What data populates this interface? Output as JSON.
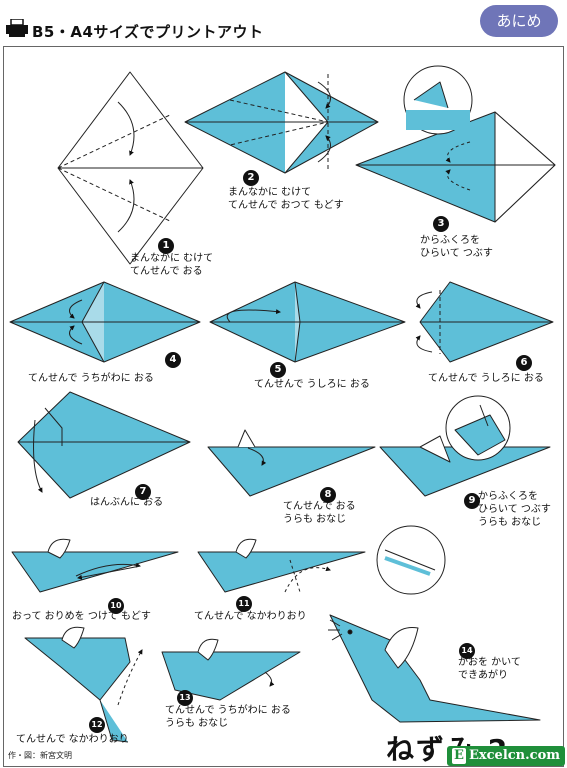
{
  "header": {
    "title": "B5・A4サイズでプリントアウト",
    "badge": "あにめ"
  },
  "colors": {
    "paper": "#5ebfd8",
    "paper_light": "#a9dbe9",
    "line": "#222222",
    "badge": "#6f75b8"
  },
  "steps": [
    {
      "number": "1",
      "caption_lines": [
        "まんなかに むけて",
        "てんせんで おる"
      ]
    },
    {
      "number": "2",
      "caption_lines": [
        "まんなかに むけて",
        "てんせんで おつて もどす"
      ]
    },
    {
      "number": "3",
      "caption_lines": [
        "からふくろを",
        "ひらいて つぶす"
      ]
    },
    {
      "number": "4",
      "caption_lines": [
        "てんせんで うちがわに おる"
      ]
    },
    {
      "number": "5",
      "caption_lines": [
        "てんせんで うしろに おる"
      ]
    },
    {
      "number": "6",
      "caption_lines": [
        "てんせんで うしろに おる"
      ]
    },
    {
      "number": "7",
      "caption_lines": [
        "はんぶんに おる"
      ]
    },
    {
      "number": "8",
      "caption_lines": [
        "てんせんで おる",
        "うらも おなじ"
      ]
    },
    {
      "number": "9",
      "caption_lines": [
        "からふくろを",
        "ひらいて つぶす",
        "うらも おなじ"
      ]
    },
    {
      "number": "10",
      "caption_lines": [
        "おって おりめを つけて もどす"
      ]
    },
    {
      "number": "11",
      "caption_lines": [
        "てんせんで なかわりおり"
      ]
    },
    {
      "number": "12",
      "caption_lines": [
        "てんせんで なかわりおり"
      ]
    },
    {
      "number": "13",
      "caption_lines": [
        "てんせんで うちがわに おる",
        "うらも おなじ"
      ]
    },
    {
      "number": "14",
      "caption_lines": [
        "かおを かいて",
        "できあがり"
      ]
    }
  ],
  "footer": {
    "credit": "作・図：新宮文明",
    "title": "ねずみ 2",
    "watermark": "Excelcn.com"
  }
}
